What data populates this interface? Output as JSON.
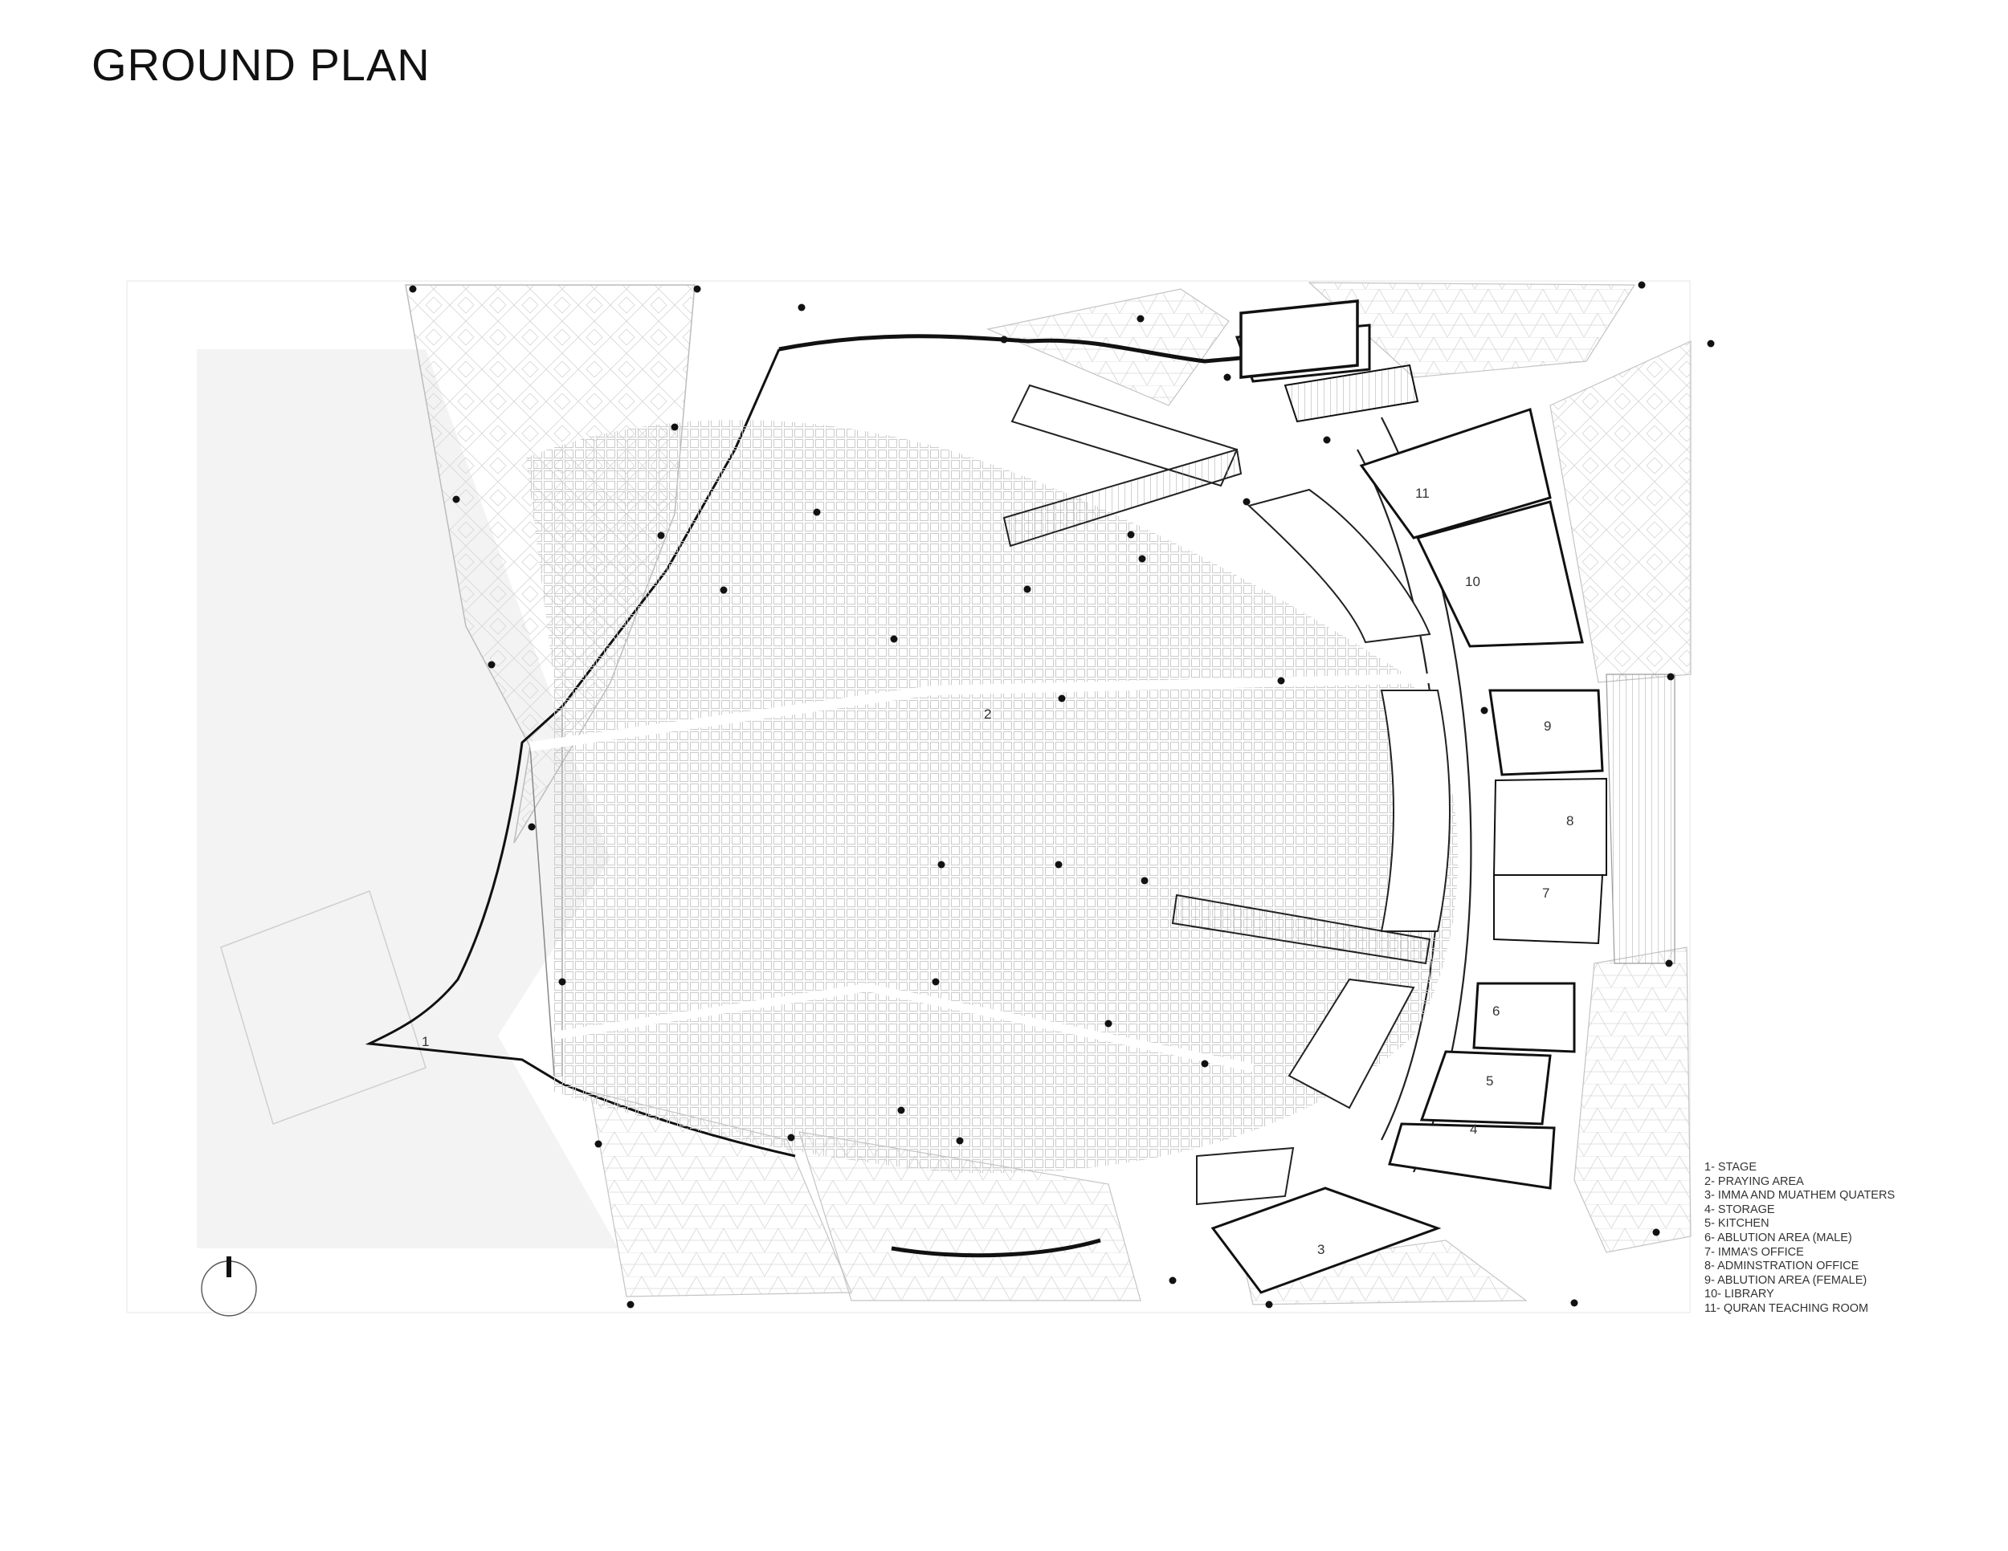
{
  "title": "GROUND PLAN",
  "rooms": [
    {
      "number": "1",
      "name": "STAGE"
    },
    {
      "number": "2",
      "name": "PRAYING AREA"
    },
    {
      "number": "3",
      "name": "IMMA AND MUATHEM QUATERS"
    },
    {
      "number": "4",
      "name": "STORAGE"
    },
    {
      "number": "5",
      "name": "KITCHEN"
    },
    {
      "number": "6",
      "name": "ABLUTION AREA (MALE)"
    },
    {
      "number": "7",
      "name": "IMMA'S OFFICE"
    },
    {
      "number": "8",
      "name": "ADMINSTRATION OFFICE"
    },
    {
      "number": "9",
      "name": "ABLUTION AREA (FEMALE)"
    },
    {
      "number": "10",
      "name": "LIBRARY"
    },
    {
      "number": "11",
      "name": "QURAN TEACHING ROOM"
    }
  ],
  "legend": [
    "1- STAGE",
    "2- PRAYING AREA",
    "3- IMMA AND MUATHEM QUATERS",
    "4- STORAGE",
    "5- KITCHEN",
    "6- ABLUTION AREA (MALE)",
    "7- IMMA’S OFFICE",
    "8- ADMINSTRATION OFFICE",
    "9- ABLUTION AREA (FEMALE)",
    "10- LIBRARY",
    "11- QURAN TEACHING ROOM"
  ],
  "north_arrow": {
    "symbol": "north-arrow"
  },
  "colors": {
    "line": "#111111",
    "light_line": "#bdbdbd",
    "site_fill": "#f4f4f4",
    "hatch": "#d0d0d0"
  }
}
